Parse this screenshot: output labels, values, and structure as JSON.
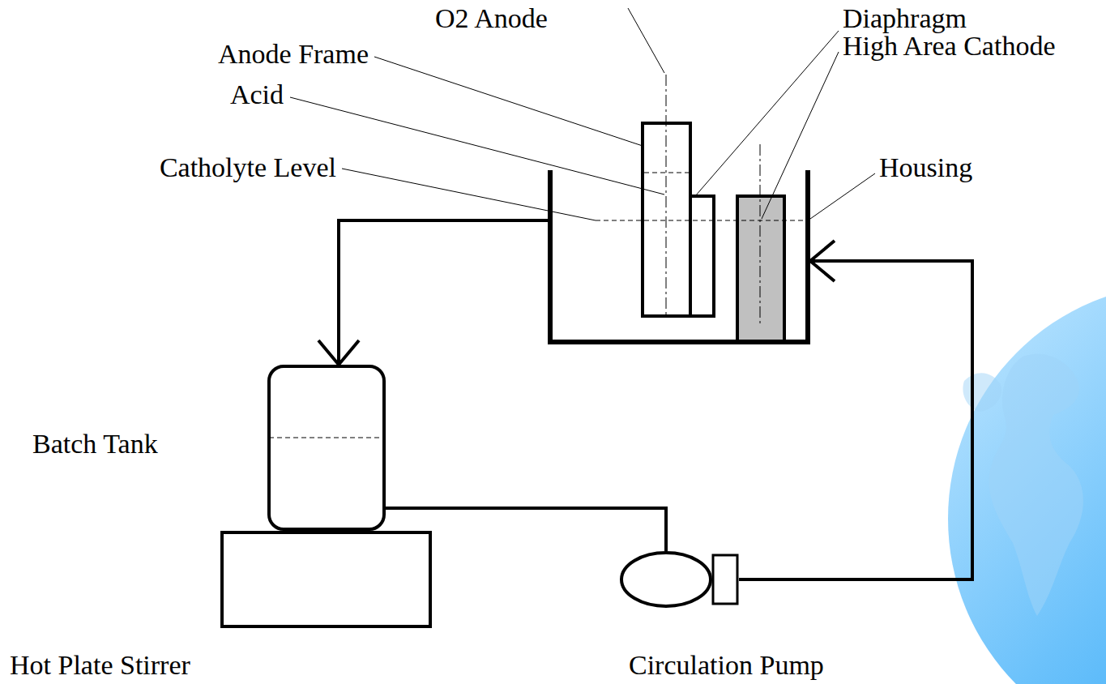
{
  "diagram": {
    "nodes": [
      {
        "text": [
          "Housing"
        ]
      },
      {
        "text": [
          "Batch Tank"
        ]
      },
      {
        "text": [
          "Hot Plate Stirrer"
        ]
      },
      {
        "text": [
          "Circulation Pump"
        ]
      }
    ],
    "edges": [
      {
        "from": 0,
        "to": 1,
        "arrow": "to"
      },
      {
        "from": 1,
        "to": 3,
        "arrow": "none"
      },
      {
        "from": 3,
        "to": 0,
        "arrow": "to"
      }
    ],
    "labels": [
      "O2 Anode",
      "Anode Frame",
      "Acid",
      "Catholyte Level",
      "Diaphragm",
      "High Area Cathode"
    ]
  }
}
